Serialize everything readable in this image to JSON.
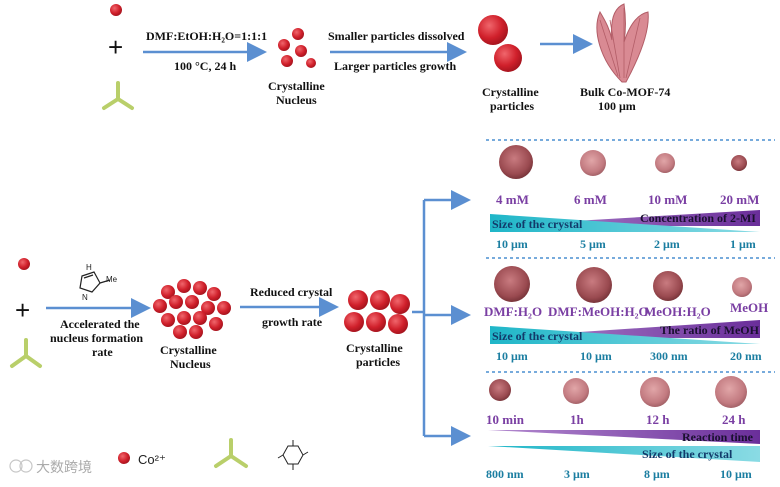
{
  "top_route": {
    "conditions_solvent": "DMF:EtOH:H₂O=1:1:1",
    "conditions_temp": "100 °C, 24 h",
    "nucleus_label_1": "Crystalline",
    "nucleus_label_2": "Nucleus",
    "ostwald_line_1": "Smaller particles dissolved",
    "ostwald_line_2": "Larger particles growth",
    "particles_label_1": "Crystalline",
    "particles_label_2": "particles",
    "bulk_label": "Bulk Co-MOF-74",
    "bulk_size": "100 μm"
  },
  "bottom_route": {
    "modulator_label": "Me",
    "accel_line_1": "Accelerated the",
    "accel_line_2": "nucleus formation",
    "accel_line_3": "rate",
    "nucleus_label_1": "Crystalline",
    "nucleus_label_2": "Nucleus",
    "reduced_line_1": "Reduced crystal",
    "reduced_line_2": "growth rate",
    "particles_label_1": "Crystalline",
    "particles_label_2": "particles"
  },
  "panels": [
    {
      "labels": [
        "4 mM",
        "6 mM",
        "10 mM",
        "20 mM"
      ],
      "bar_label_left": "Size of the crystal",
      "bar_label_right": "Concentration of 2-MI",
      "sizes": [
        "10 μm",
        "5 μm",
        "2 μm",
        "1 μm"
      ]
    },
    {
      "labels": [
        "DMF:H₂O",
        "DMF:MeOH:H₂O",
        "MeOH:H₂O",
        "MeOH"
      ],
      "bar_label_left": "Size of the crystal",
      "bar_label_right": "The ratio of MeOH",
      "sizes": [
        "10 μm",
        "10 μm",
        "300 nm",
        "20 nm"
      ]
    },
    {
      "labels": [
        "10 min",
        "1h",
        "12 h",
        "24 h"
      ],
      "bar_label_top": "Reaction time",
      "bar_label_bottom": "Size of the crystal",
      "sizes": [
        "800 nm",
        "3 μm",
        "8 μm",
        "10 μm"
      ]
    }
  ],
  "legend": {
    "co_label": "Co²⁺"
  },
  "watermark": "大数跨境",
  "colors": {
    "red_particle": "#cc1f2b",
    "arrow_blue": "#5b8fd1",
    "linker_green": "#b9cf6a",
    "purple": "#6a2e9a",
    "teal": "#1fb0c5"
  }
}
